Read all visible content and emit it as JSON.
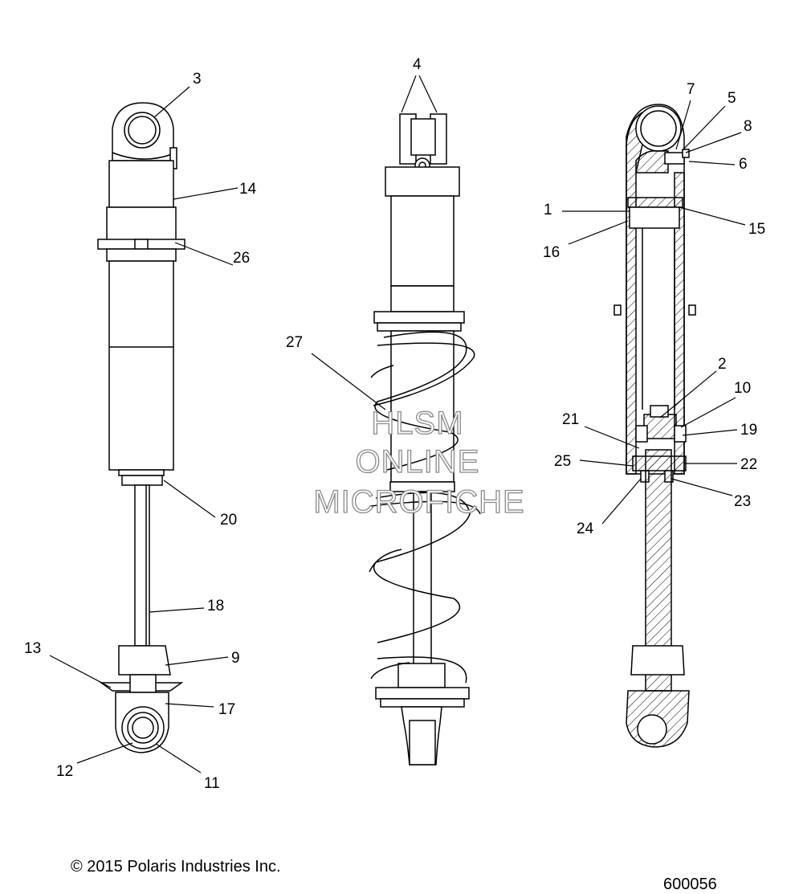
{
  "callouts": [
    "1",
    "2",
    "3",
    "4",
    "5",
    "6",
    "7",
    "8",
    "9",
    "10",
    "11",
    "12",
    "13",
    "14",
    "15",
    "16",
    "17",
    "18",
    "19",
    "20",
    "21",
    "22",
    "23",
    "24",
    "25",
    "26",
    "27"
  ],
  "watermark": [
    "HLSM",
    "ONLINE",
    "MICROFICHE"
  ],
  "copyright": "© 2015 Polaris Industries Inc.",
  "figure_number": "600056",
  "colors": {
    "line": "#000000",
    "watermark_outline": "#8a8a8a",
    "background": "#ffffff"
  }
}
